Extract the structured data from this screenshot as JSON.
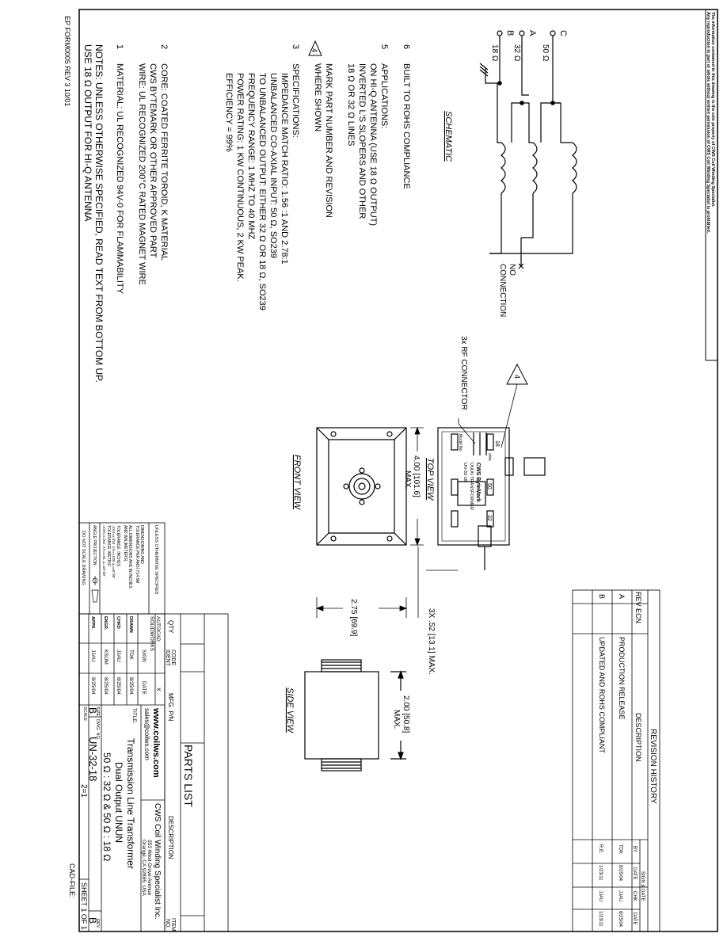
{
  "notice": {
    "line1": "The information contained in this drawing is the sole property of CWS Coil Winding Specialist.",
    "line2": "Any reproduction in part or whole without written permission of CWS Coil Winding Specialist is prohibited."
  },
  "schematic": {
    "title": "SCHEMATIC",
    "term_c": "C",
    "term_a": "A",
    "term_b": "B",
    "label_50": "50 Ω",
    "label_32": "32 Ω",
    "label_18": "18 Ω",
    "x_mark": "X",
    "no": "NO",
    "connection": "CONNECTION"
  },
  "notes": {
    "n6": "6",
    "n6_text": "BUILT TO ROHS COMPLIANCE",
    "n5": "5",
    "n5_l1": "18 Ω OR 32 Ω LINES",
    "n5_l2": "INVERTED L'S SLOPERS AND OTHER",
    "n5_l3": "ON HI-Q ANTENNA (USE 18 Ω OUTPUT)",
    "n5_l4": "APPLICATIONS:",
    "n4": "4",
    "n4_l1": "WHERE SHOWN",
    "n4_l2": "MARK PART NUMBER AND REVISION",
    "n3": "3",
    "n3_l1": "EFFICIENCY = 99%",
    "n3_l2": "POWER RATING: 1 KW CONTINUOUS, 2 KW PEAK.",
    "n3_l3": "FREQUENCY RANGE: 1 MHZ TO 40 MHZ",
    "n3_l4": "TO UNBALANCED OUTPUT: EITHER 32 Ω OR 18 Ω, SO239",
    "n3_l5": "UNBALANCED CO-AXIAL INPUT: 50 Ω, SO239",
    "n3_l6": "IMPEDANCE MATCH RATIO: 1.56 :1 AND 2.78:1",
    "n3_l7": "SPECIFICATIONS:",
    "n2": "2",
    "n2_l1": "WIRE: UL RECOGNIZED 200°C RATED MAGNET WIRE",
    "n2_l2": "CWS BYTEMARK OR OTHER APPROVED PART",
    "n2_l3": "CORE: COATED FERRITE TOROID, K MATERIAL",
    "n1": "1",
    "n1_l1": "MATERIAL: UL RECOGNIZED 94V-0 FOR FLAMMABILITY",
    "notes_l1": "NOTES: UNLESS OTHERWISE SPECIFIED, READ TEXT FROM BOTTOM UP.",
    "notes_l2": "USE 18 Ω OUTPUT FOR HI-Q ANTENNA"
  },
  "form_id": "EP FORM0005 REV 3 10/01",
  "views": {
    "rf_connector": "3x RF CONNECTOR",
    "top_view": "TOP VIEW",
    "front_view": "FRONT VIEW",
    "side_view": "SIDE VIEW",
    "dim_width": "4.00 [101.6]",
    "dim_max": "MAX.",
    "dim_depth": "2.75 [69.9]",
    "dim_connector": "3X .52 [13.1] MAX.",
    "dim_height": "2.00 [50.8]",
    "dim_height_max": "MAX.",
    "flag_4": "4",
    "label_18": "18",
    "label_50": "50",
    "label_32": "32",
    "ohm": "ohm",
    "model_no": "Model No.",
    "brand": "CWS ByteMark",
    "unit_type": "UNUN TRANSFORMER",
    "part": "UN-32-18"
  },
  "revision": {
    "title": "REVISION HISTORY",
    "h_rev": "REV",
    "h_ecn": "ECN",
    "h_desc": "DESCRIPTION",
    "h_sign": "SIGN & DATE",
    "h_by": "BY",
    "h_date": "DATE",
    "h_chk": "CHK",
    "h_date2": "DATE",
    "rows": [
      {
        "rev": "A",
        "ecn": "",
        "desc": "PRODUCTION RELEASE",
        "by": "TDK",
        "date": "8/25/04",
        "chk": "JJAU",
        "date2": "8/25/04"
      },
      {
        "rev": "B",
        "ecn": "",
        "desc": "UPDATED AND ROHS COMPLIANT",
        "by": "R.E.",
        "date": "1/23/11",
        "chk": "JJAU",
        "date2": "1/23/11"
      }
    ]
  },
  "parts": {
    "title": "PARTS LIST",
    "h_qty": "QTY",
    "h_code": "CODE",
    "h_ident": "IDENT",
    "h_mfg": "MFG. P/N",
    "h_desc": "DESCRIPTION",
    "h_item": "ITEM",
    "h_no": "NO."
  },
  "title_block": {
    "autocad": "AUTOCAD",
    "solidworks": "SOLIDWORKS",
    "x_mark": "X",
    "sign": "SIGN",
    "date": "DATE",
    "drawn": "DRAWN",
    "drawn_by": "TDK",
    "drawn_date": "8/25/04",
    "chkd": "CHKD",
    "chkd_by": "JJAU",
    "chkd_date": "8/25/04",
    "engr": "ENGR.",
    "engr_by": "KSUM",
    "engr_date": "8/25/04",
    "appr": "APPR.",
    "appr_by": "JJAU",
    "appr_date": "8/25/04",
    "website": "www.coilws.com",
    "email": "sales@coilws.com",
    "company": "CWS Coil Winding Specialist Inc.",
    "address1": "353 West Grove Avenue",
    "address2": "Orange, CA 92865, USA",
    "title_label": "TITLE:",
    "title1": "Transmission Line Transformer",
    "title2": "Dual Output UNUN",
    "title3": "50 Ω : 32 Ω & 50 Ω : 18 Ω",
    "size_label": "SIZE",
    "size": "B",
    "dwg_label": "DWG. NO.",
    "dwg": "UN-32-18",
    "rev_label": "REV",
    "rev": "B",
    "scale_label": "SCALE",
    "scale": "2=1",
    "sheet": "SHEET 1 OF 1",
    "cad_file": "CAD-FILE:"
  },
  "tolerance": {
    "l1": "UNLESS OTHERWISE SPECIFIED",
    "l2": "DIMENSIONING AND",
    "l3": "TOLERANCE PER ANSI Y14.5M",
    "l4": "ALL DIMENSIONS ARE IN INCHES",
    "l5": "AND [MILIMETERS].",
    "l6": "TOLERANCE: INCHES",
    "l7": ".XXX=±.010 .XX=±.020 ∠=±0°30'",
    "l8": "TOLERANCE: METRIC",
    "l9": ".XXX=±.254 .XX=±.51 ∠=±0°30'",
    "l10": "ANGLE PROJECTION",
    "l11": "DO NOT SCALE DRAWING"
  }
}
